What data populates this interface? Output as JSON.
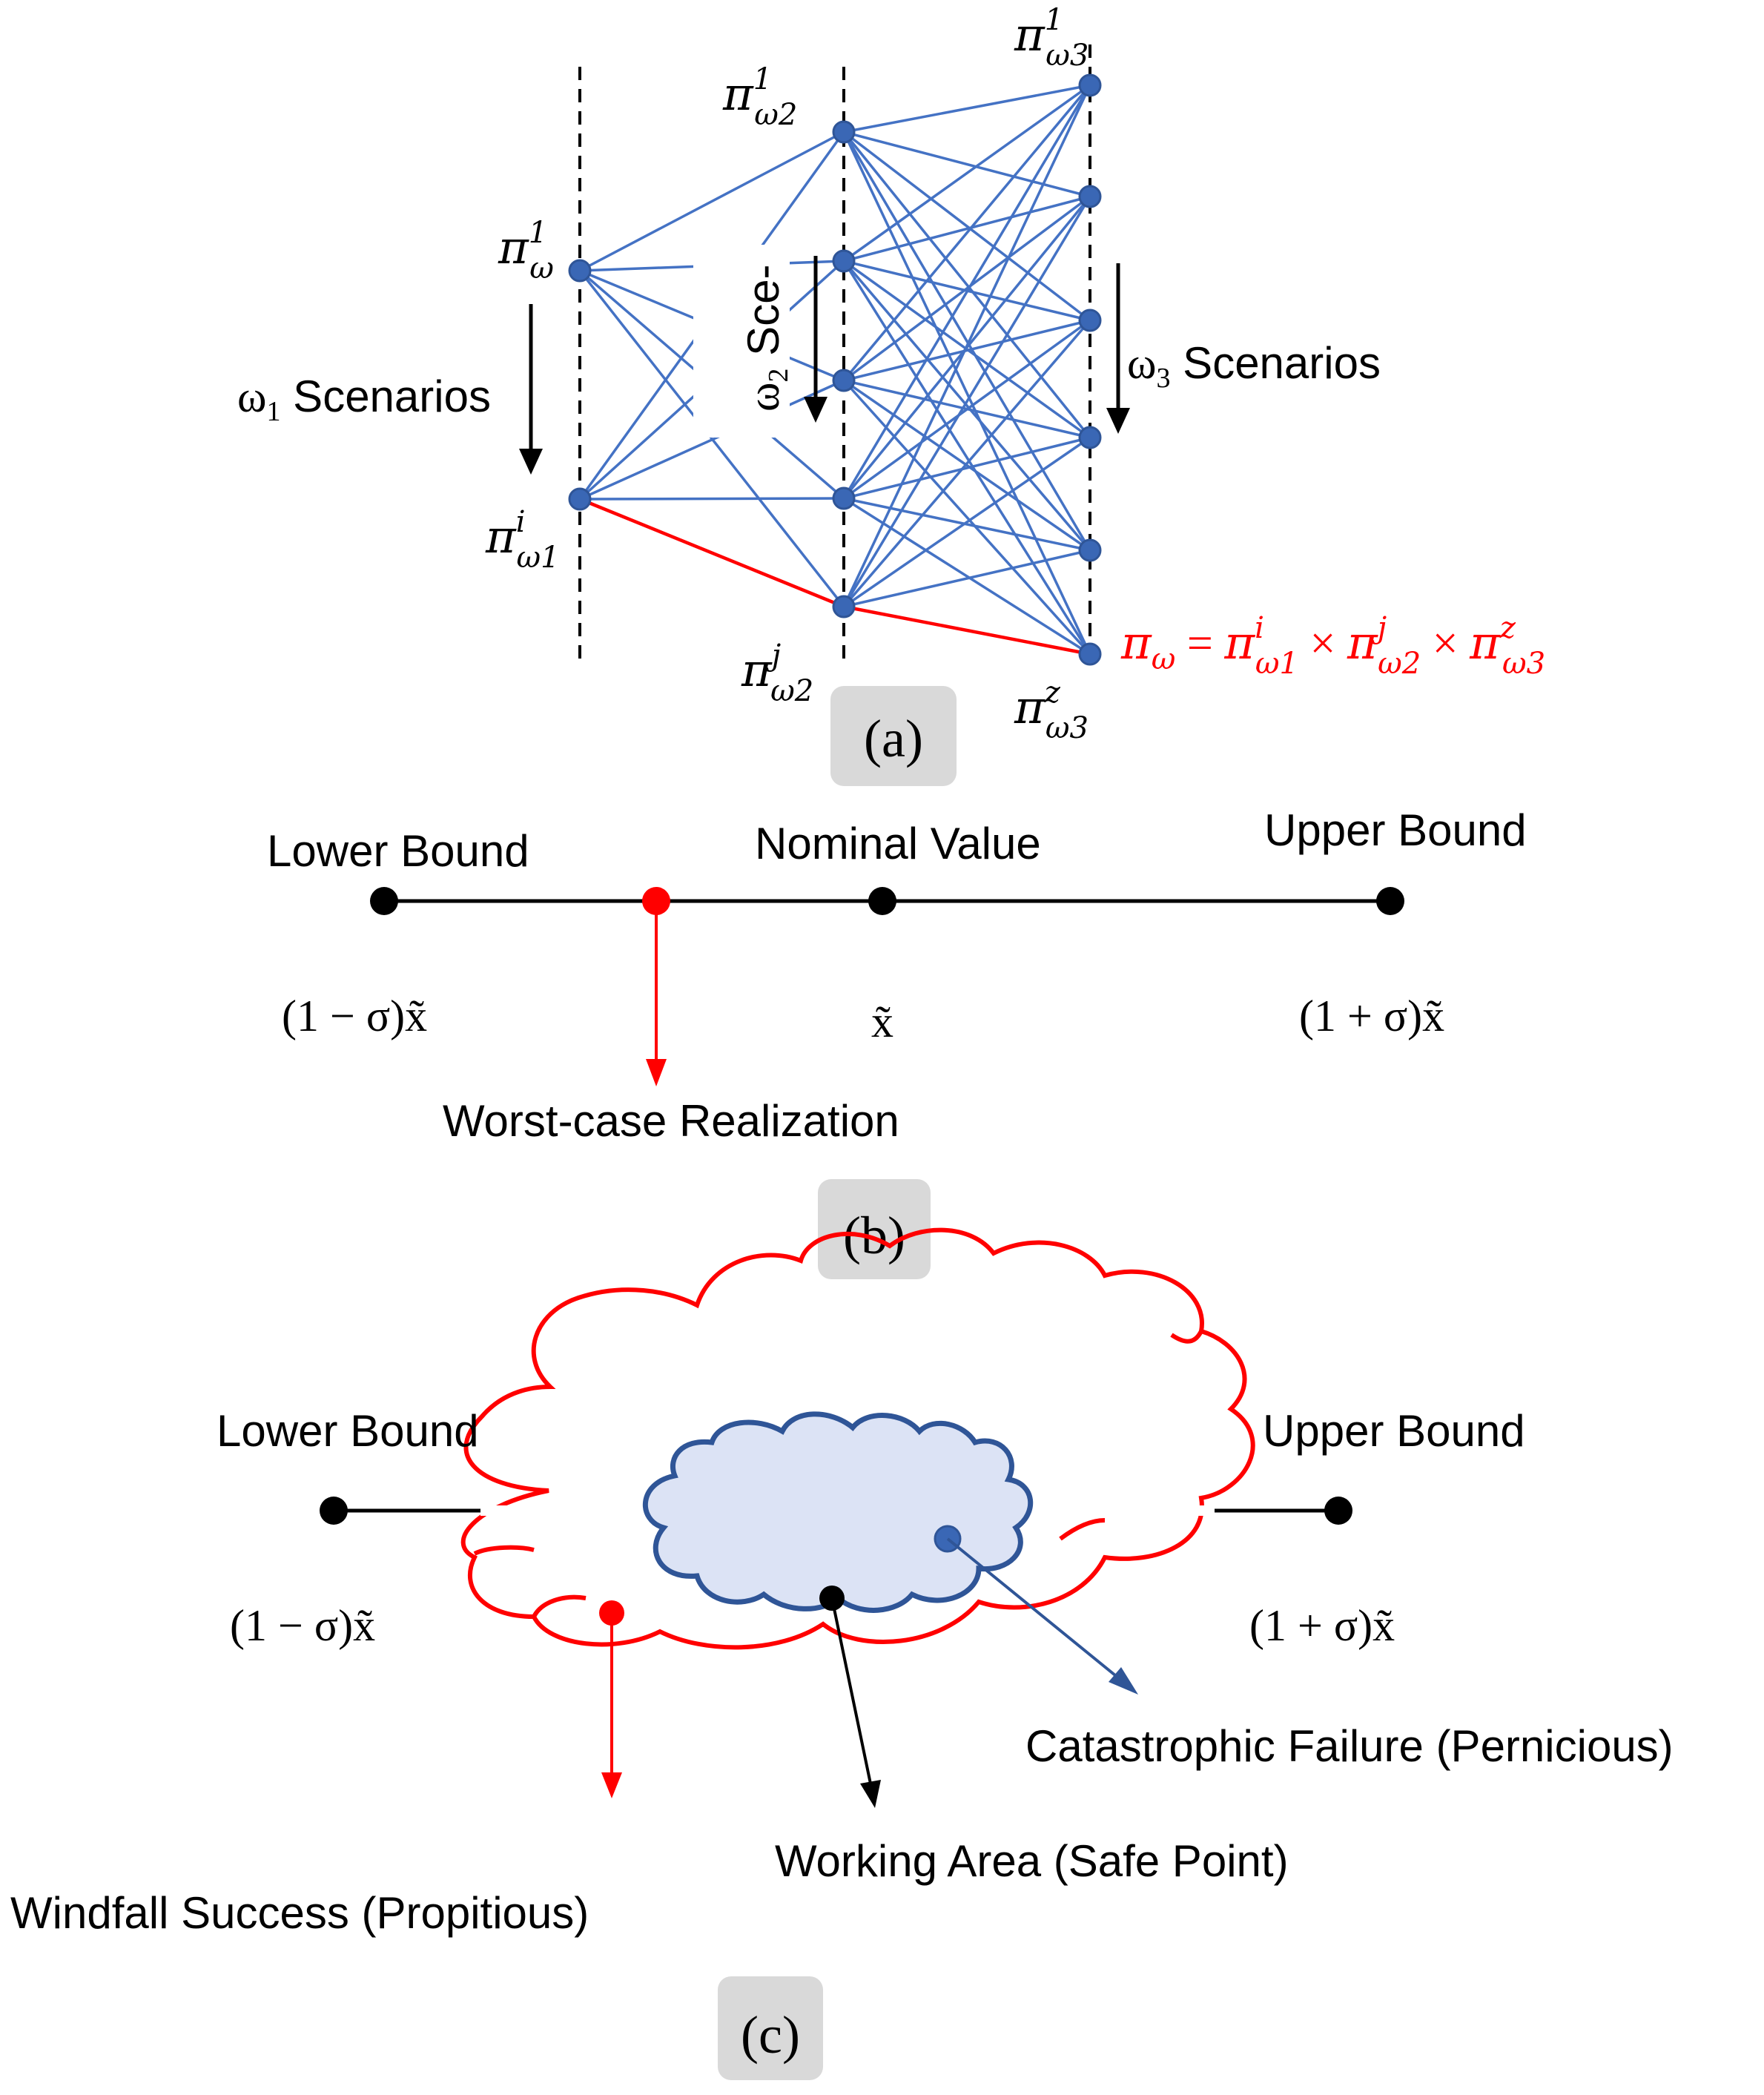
{
  "panel_a": {
    "label": "(a)",
    "omega1_label": "ω₁ Scenarios",
    "omega1_sym": "ω",
    "omega1_sub": "1",
    "omega1_text": " Scenarios",
    "omega2_sym": "ω",
    "omega2_sub": "2",
    "omega2_text": " Sce-",
    "omega3_sym": "ω",
    "omega3_sub": "3",
    "omega3_text": " Scenarios",
    "pi_w1_top": {
      "base": "π",
      "sup": "1",
      "sub": "ω"
    },
    "pi_w1_bottom": {
      "base": "π",
      "sup": "i",
      "sub": "ω1"
    },
    "pi_w2_top": {
      "base": "π",
      "sup": "1",
      "sub": "ω2"
    },
    "pi_w2_bottom": {
      "base": "π",
      "sup": "j",
      "sub": "ω2"
    },
    "pi_w3_top": {
      "base": "π",
      "sup": "1",
      "sub": "ω3"
    },
    "pi_w3_bottom": {
      "base": "π",
      "sup": "z",
      "sub": "ω3"
    },
    "formula": {
      "lhs_base": "π",
      "lhs_sub": "ω",
      "eq": " = ",
      "t1_base": "π",
      "t1_sup": "i",
      "t1_sub": "ω1",
      "times": " × ",
      "t2_base": "π",
      "t2_sup": "j",
      "t2_sub": "ω2",
      "t3_base": "π",
      "t3_sup": "z",
      "t3_sub": "ω3"
    },
    "colors": {
      "network": "#4472C4",
      "highlight": "#FF0000",
      "node": "#3A67B5"
    }
  },
  "panel_b": {
    "label": "(b)",
    "lower_bound": "Lower Bound",
    "nominal_value": "Nominal Value",
    "upper_bound": "Upper Bound",
    "lower_expr": "(1 − σ)x̃",
    "nominal_expr": "x̃",
    "upper_expr": "(1 + σ)x̃",
    "worst_case": "Worst-case Realization"
  },
  "panel_c": {
    "label": "(c)",
    "lower_bound": "Lower Bound",
    "upper_bound": "Upper Bound",
    "lower_expr": "(1 − σ)x̃",
    "upper_expr": "(1 + σ)x̃",
    "catastrophic": "Catastrophic Failure (Pernicious)",
    "working_area": "Working Area (Safe Point)",
    "windfall": "Windfall Success (Propitious)",
    "colors": {
      "outer_cloud": "#FF0000",
      "inner_cloud_fill": "#DCE3F5",
      "inner_cloud_stroke": "#2F5597"
    }
  }
}
